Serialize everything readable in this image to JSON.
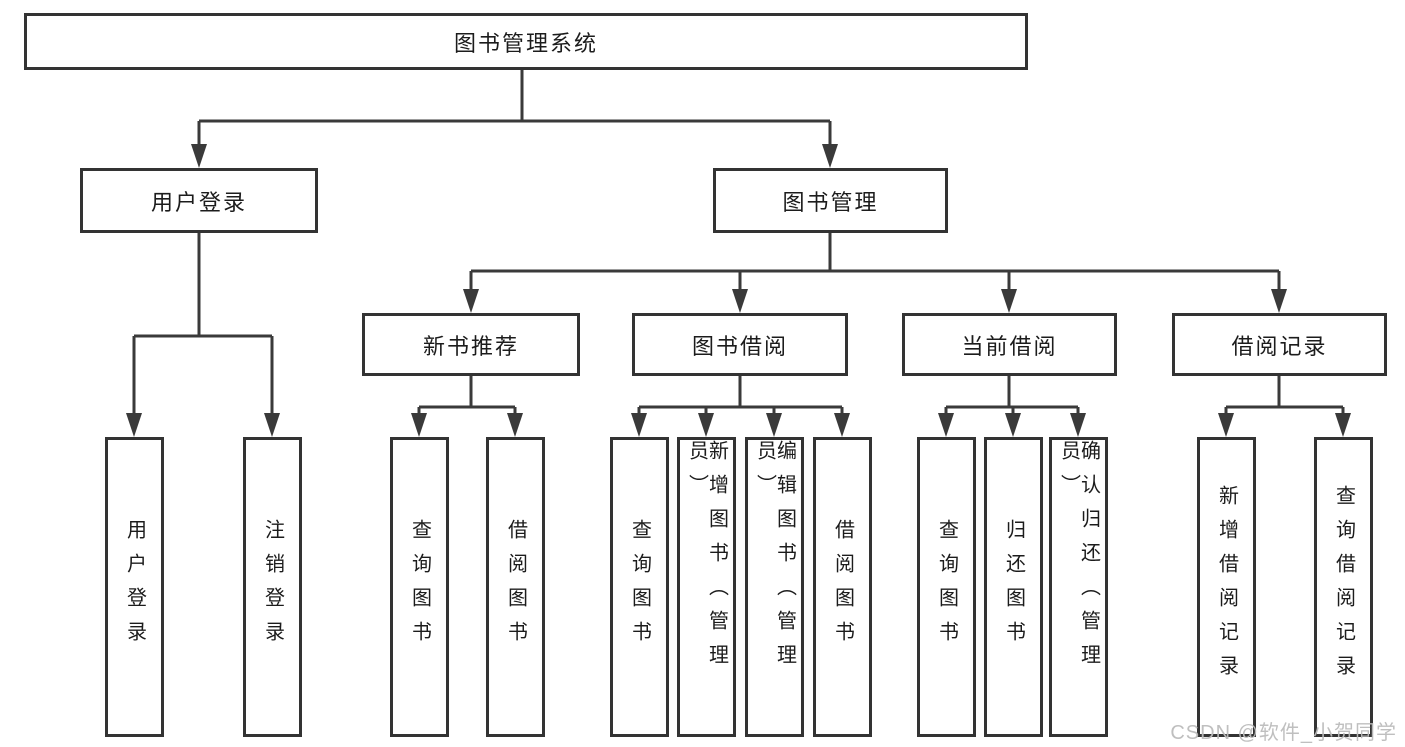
{
  "diagram": {
    "root": "图书管理系统",
    "level1": [
      "用户登录",
      "图书管理"
    ],
    "level2": [
      "新书推荐",
      "图书借阅",
      "当前借阅",
      "借阅记录"
    ],
    "leaves": {
      "login": [
        "用户登录",
        "注销登录"
      ],
      "new_books": [
        "查询图书",
        "借阅图书"
      ],
      "book_borrow": [
        "查询图书",
        "新增图书（管理员）",
        "编辑图书（管理员）",
        "借阅图书"
      ],
      "current_borrow": [
        "查询图书",
        "归还图书",
        "确认归还（管理员）"
      ],
      "borrow_records": [
        "新增借阅记录",
        "查询借阅记录"
      ]
    }
  },
  "watermark": "CSDN @软件_小贺同学",
  "colors": {
    "line": "#3a3a3a",
    "box_border": "#333333",
    "text": "#1c1c1c",
    "background": "#ffffff",
    "watermark": "#bcbcbc"
  }
}
